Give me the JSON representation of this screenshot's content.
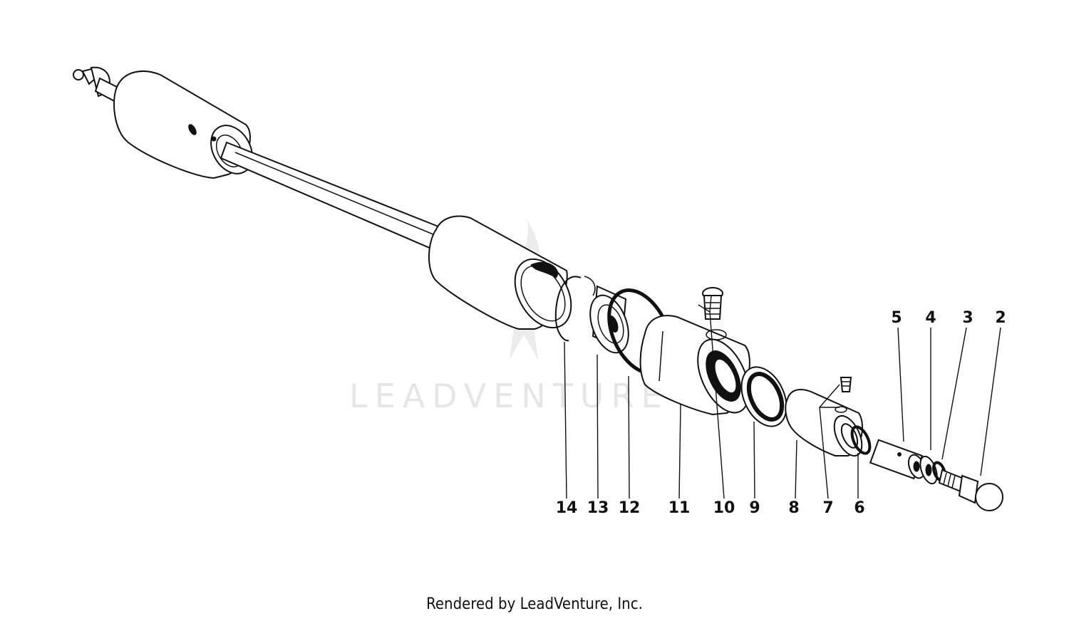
{
  "diagram": {
    "watermark": "LEADVENTURE",
    "caption": "Rendered by LeadVenture, Inc.",
    "parts": [
      {
        "id": "part-2",
        "number": "2"
      },
      {
        "id": "part-3",
        "number": "3"
      },
      {
        "id": "part-4",
        "number": "4"
      },
      {
        "id": "part-5",
        "number": "5"
      },
      {
        "id": "part-6",
        "number": "6"
      },
      {
        "id": "part-7",
        "number": "7"
      },
      {
        "id": "part-8",
        "number": "8"
      },
      {
        "id": "part-9",
        "number": "9"
      },
      {
        "id": "part-10",
        "number": "10"
      },
      {
        "id": "part-11",
        "number": "11"
      },
      {
        "id": "part-12",
        "number": "12"
      },
      {
        "id": "part-13",
        "number": "13"
      },
      {
        "id": "part-14",
        "number": "14"
      }
    ]
  }
}
